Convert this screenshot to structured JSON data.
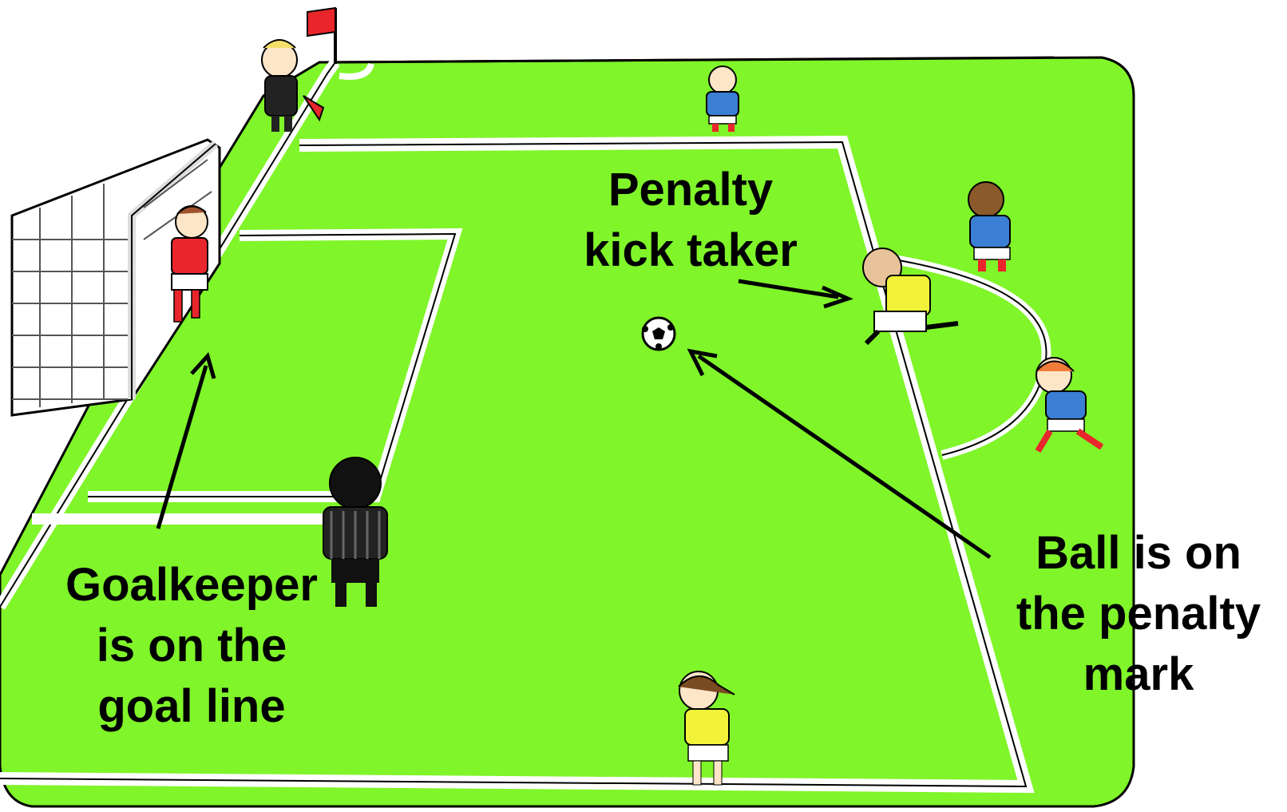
{
  "annotations": {
    "penalty_taker": {
      "lines": [
        "Penalty",
        "kick taker"
      ]
    },
    "goalkeeper": {
      "lines": [
        "Goalkeeper",
        "is on the",
        "goal line"
      ]
    },
    "ball": {
      "lines": [
        "Ball is on",
        "the penalty",
        "mark"
      ]
    }
  },
  "colors": {
    "grass": "#80f52a",
    "lines": "#ffffff",
    "ink": "#000000",
    "referee_shirt": "#222222",
    "home_shirt": "#e8262b",
    "away_shirt": "#3b7fd4",
    "taker_shirt": "#f2f23a",
    "corner_flag": "#e8262b"
  },
  "icons": [
    "goal-net-icon",
    "corner-flag-icon",
    "soccer-ball-icon",
    "player-icon",
    "referee-icon"
  ]
}
